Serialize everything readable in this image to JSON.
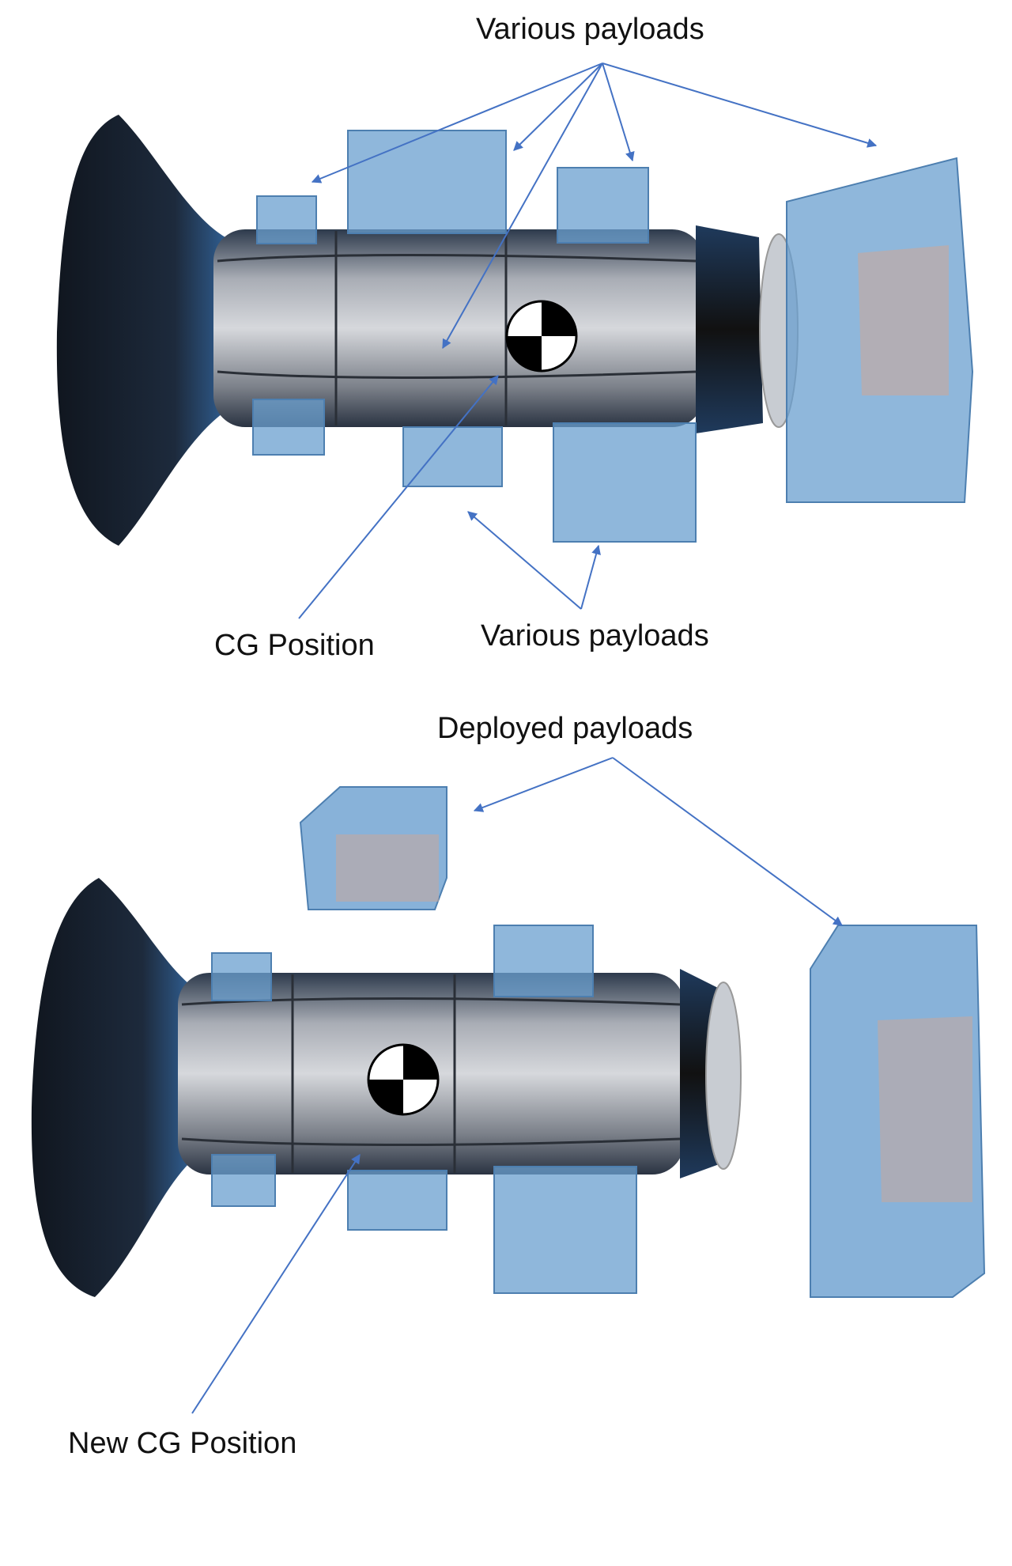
{
  "labels": {
    "top_various_payloads": "Various payloads",
    "cg_position": "CG Position",
    "bottom_various_payloads": "Various payloads",
    "deployed_payloads": "Deployed payloads",
    "new_cg_position": "New CG Position"
  },
  "colors": {
    "arrow": "#4472c4",
    "payload_fill": "#6a9fcf",
    "nozzle": "#1a2433",
    "body": "#8d9199",
    "cg_marker": "#000000"
  }
}
